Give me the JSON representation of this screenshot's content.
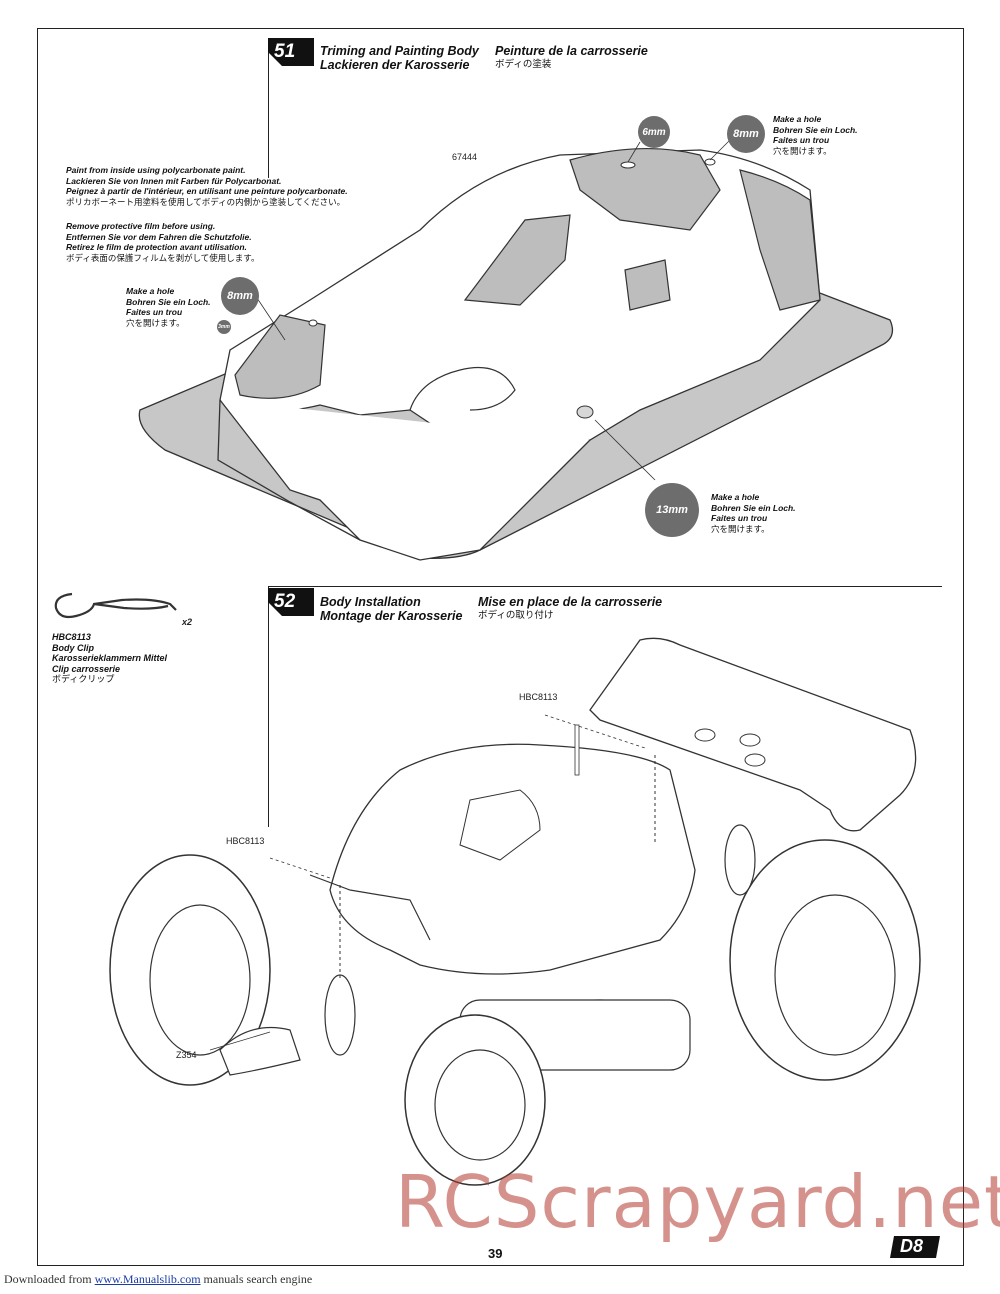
{
  "step51": {
    "number": "51",
    "title_en": "Triming and Painting Body",
    "title_de": "Lackieren der Karosserie",
    "title_fr": "Peinture de la carrosserie",
    "title_jp": "ボディの塗装"
  },
  "step52": {
    "number": "52",
    "title_en": "Body Installation",
    "title_de": "Montage der Karosserie",
    "title_fr": "Mise en place de la carrosserie",
    "title_jp": "ボディの取り付け"
  },
  "paint_note": {
    "en": "Paint from inside using polycarbonate paint.",
    "de": "Lackieren Sie von Innen mit Farben für Polycarbonat.",
    "fr": "Peignez à partir de l'intérieur, en utilisant une peinture polycarbonate.",
    "jp": "ポリカボーネート用塗料を使用してボディの内側から塗装してください。"
  },
  "film_note": {
    "en": "Remove protective film before using.",
    "de": "Entfernen Sie vor dem Fahren die Schutzfolie.",
    "fr": "Retirez le film de protection avant utilisation.",
    "jp": "ボディ表面の保護フィルムを剥がして使用します。"
  },
  "hole_note": {
    "en": "Make a hole",
    "de": "Bohren Sie ein Loch.",
    "fr": "Faites un trou",
    "jp": "穴を開けます。"
  },
  "holes": {
    "h6": "6mm",
    "h8_top": "8mm",
    "h8_left": "8mm",
    "h3": "3mm",
    "h13": "13mm"
  },
  "body_part": "67444",
  "clip": {
    "code": "HBC8113",
    "qty": "x2",
    "en": "Body Clip",
    "de": "Karosserieklammern Mittel",
    "fr": "Clip carrosserie",
    "jp": "ボディクリップ"
  },
  "labels": {
    "clip_top": "HBC8113",
    "clip_left": "HBC8113",
    "screw": "Z354"
  },
  "page_number": "39",
  "logo_text": "D8",
  "footer": {
    "prefix": "Downloaded from",
    "link": "www.Manualslib.com",
    "suffix": "manuals search engine"
  },
  "watermark": "RCScrapyard.net"
}
